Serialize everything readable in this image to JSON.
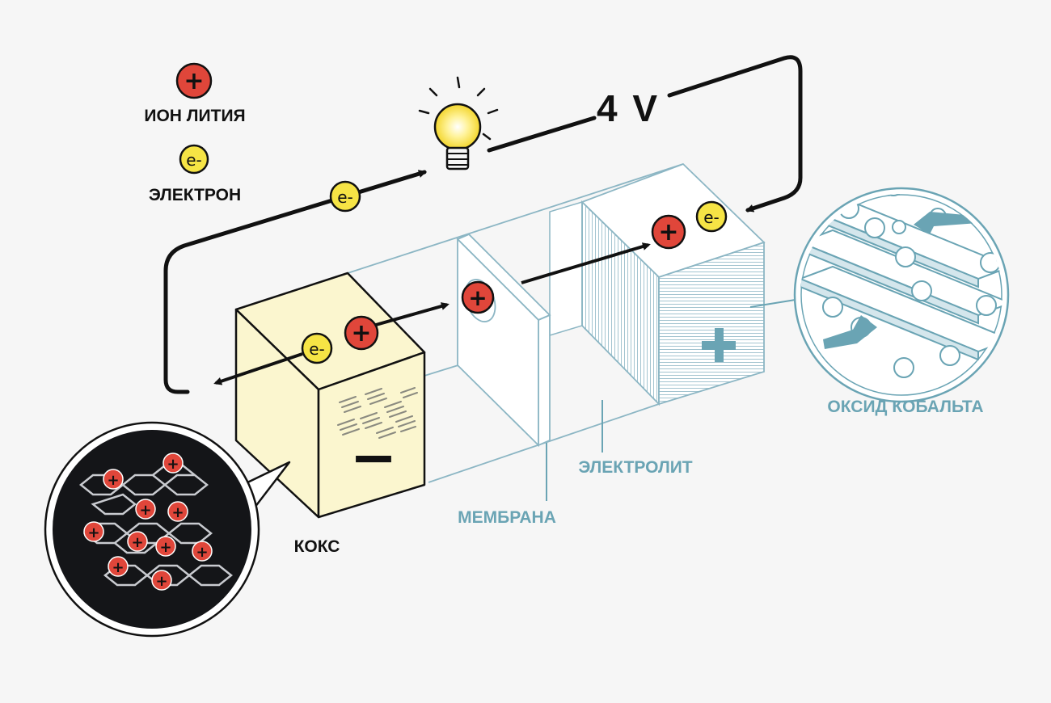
{
  "legend": {
    "ion_symbol": "+",
    "ion_label": "ИОН ЛИТИЯ",
    "electron_symbol": "e-",
    "electron_label": "ЭЛЕКТРОН"
  },
  "circuit": {
    "voltage": "4 V",
    "electron_symbol": "e-"
  },
  "battery": {
    "anode_label": "КОКС",
    "anode_sign": "−",
    "cathode_sign": "+",
    "membrane_label": "МЕМБРАНА",
    "electrolyte_label": "ЭЛЕКТРОЛИТ",
    "cathode_label": "ОКСИД КОБАЛЬТА",
    "ion_symbol": "+",
    "electron_symbol": "e-"
  },
  "colors": {
    "ion": "#e0463a",
    "electron": "#f6e445",
    "anode": "#fbf6cf",
    "teal": "#6aa4b4",
    "lens_bg": "#141518",
    "bulb_glow": "#fffbe0"
  }
}
